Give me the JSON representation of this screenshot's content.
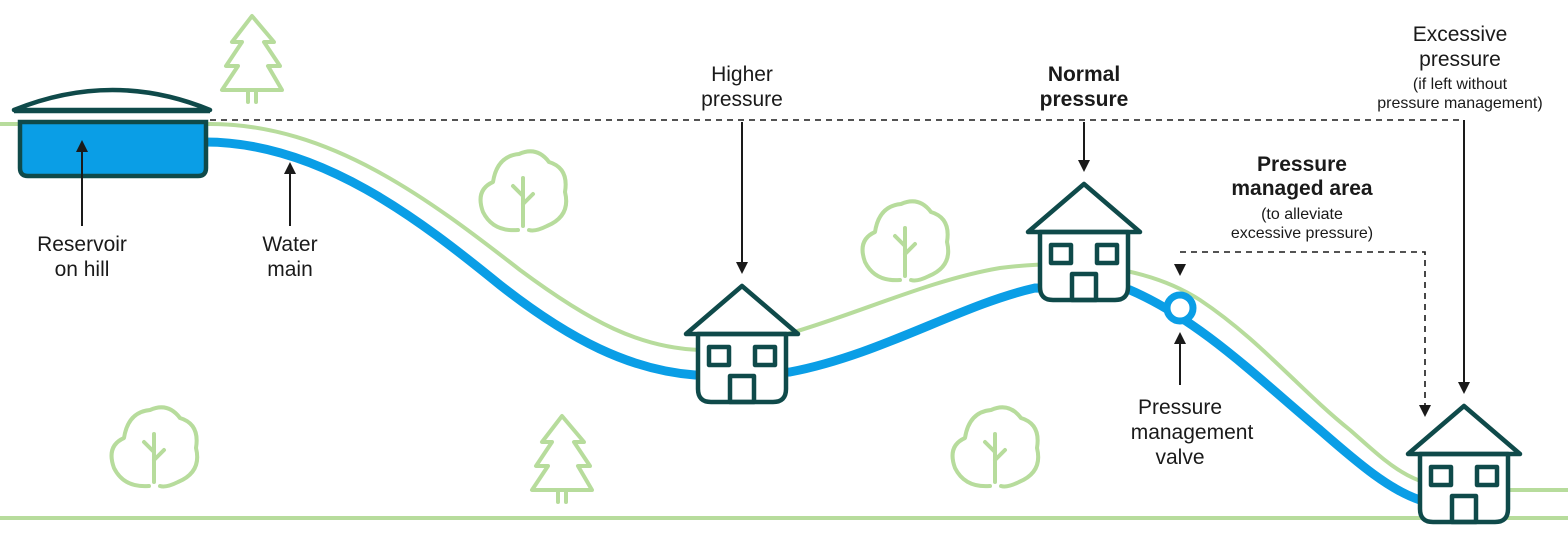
{
  "colors": {
    "water_main": "#0a9ee6",
    "ground": "#b7dc9c",
    "house_stroke": "#0f4a4a",
    "reservoir_water": "#0a9ee6",
    "text": "#1a1a1a"
  },
  "labels": {
    "reservoir_line1": "Reservoir",
    "reservoir_line2": "on hill",
    "water_main_line1": "Water",
    "water_main_line2": "main",
    "higher_pressure_line1": "Higher",
    "higher_pressure_line2": "pressure",
    "normal_pressure_line1": "Normal",
    "normal_pressure_line2": "pressure",
    "excessive_pressure_line1": "Excessive",
    "excessive_pressure_line2": "pressure",
    "excessive_pressure_note1": "(if left without",
    "excessive_pressure_note2": "pressure management)",
    "managed_area_line1": "Pressure",
    "managed_area_line2": "managed area",
    "managed_area_note1": "(to alleviate",
    "managed_area_note2": "excessive pressure)",
    "valve_line1": "Pressure",
    "valve_line2": "management",
    "valve_line3": "valve"
  },
  "icons": {
    "tree_round": "deciduous-tree-icon",
    "tree_pine": "pine-tree-icon",
    "house": "house-icon",
    "reservoir": "reservoir-icon",
    "valve": "valve-icon"
  }
}
